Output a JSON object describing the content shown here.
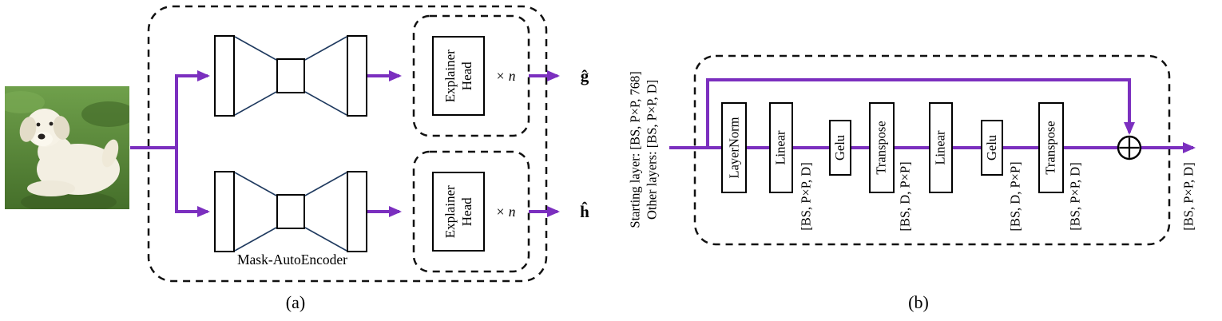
{
  "colors": {
    "arrow_purple": "#7b2fbf",
    "autoencoder_line_navy": "#1f3a5f"
  },
  "panel_a": {
    "caption": "(a)",
    "autoencoder_label": "Mask-AutoEncoder",
    "explainer_head": {
      "line1": "Explainer",
      "line2": "Head"
    },
    "repeat_label": "× n",
    "output_top": "ĝ",
    "output_bottom": "ĥ"
  },
  "panel_b": {
    "caption": "(b)",
    "side_label": {
      "line1": "Starting layer: [BS, P×P, 768]",
      "line2": "Other layers: [BS, P×P, D]"
    },
    "blocks": [
      "LayerNorm",
      "Linear",
      "Gelu",
      "Transpose",
      "Linear",
      "Gelu",
      "Transpose"
    ],
    "dim_labels": [
      "[BS, P×P, D]",
      "[BS, D, P×P]",
      "[BS, D, P×P]",
      "[BS, P×P, D]"
    ],
    "output_dim_label": "[BS, P×P, D]"
  }
}
